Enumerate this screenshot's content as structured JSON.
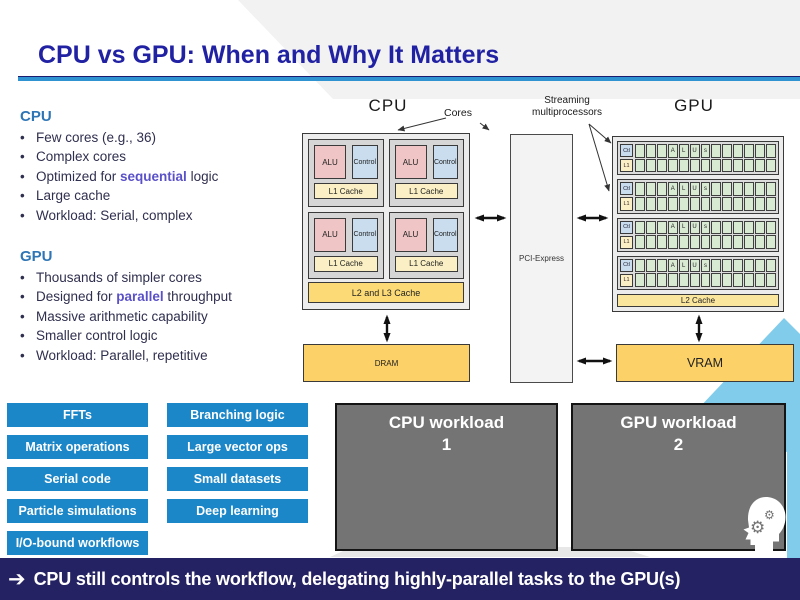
{
  "slide": {
    "title": "CPU vs GPU: When and Why It Matters",
    "footer": {
      "arrow": "➔",
      "text": "CPU still controls the workflow, delegating highly-parallel tasks to the GPU(s)"
    },
    "bullet": "•"
  },
  "lists": {
    "cpu": {
      "heading": "CPU",
      "items": [
        {
          "pre": "Few cores (e.g., 36)",
          "hl": "",
          "post": ""
        },
        {
          "pre": "Complex cores",
          "hl": "",
          "post": ""
        },
        {
          "pre": "Optimized for ",
          "hl": "sequential",
          "post": " logic"
        },
        {
          "pre": "Large cache",
          "hl": "",
          "post": ""
        },
        {
          "pre": "Workload: Serial, complex",
          "hl": "",
          "post": ""
        }
      ]
    },
    "gpu": {
      "heading": "GPU",
      "items": [
        {
          "pre": "Thousands of simpler cores",
          "hl": "",
          "post": ""
        },
        {
          "pre": "Designed for ",
          "hl": "parallel",
          "post": " throughput"
        },
        {
          "pre": "Massive arithmetic capability",
          "hl": "",
          "post": ""
        },
        {
          "pre": "Smaller control logic",
          "hl": "",
          "post": ""
        },
        {
          "pre": "Workload: Parallel, repetitive",
          "hl": "",
          "post": ""
        }
      ]
    }
  },
  "diagram": {
    "cpu_label": "CPU",
    "gpu_label": "GPU",
    "cores_label": "Cores",
    "sm_label_line1": "Streaming",
    "sm_label_line2": "multiprocessors",
    "alu": "ALU",
    "control": "Control",
    "l1_cache": "L1 Cache",
    "l2_l3_cache": "L2 and L3 Cache",
    "pci": "PCI-Express",
    "dram": "DRAM",
    "vram": "VRAM",
    "gpu_l2": "L2 Cache",
    "ctl": "Ctl",
    "l1": "L1",
    "alus_letters": [
      "A",
      "L",
      "U",
      "s"
    ],
    "sm_count": 4,
    "alu_cols": 13,
    "alu_rows": 2,
    "letters_start_col": 3
  },
  "tasks": {
    "left": [
      "FFTs",
      "Matrix operations",
      "Serial code",
      "Particle simulations",
      "I/O-bound workflows"
    ],
    "right": [
      "Branching logic",
      "Large vector ops",
      "Small datasets",
      "Deep learning"
    ]
  },
  "workloads": [
    {
      "title": "CPU workload",
      "number": "1"
    },
    {
      "title": "GPU workload",
      "number": "2"
    }
  ],
  "icons": {
    "head_gears": "thinking-head-with-gears",
    "gear_glyph": "⚙"
  },
  "colors": {
    "title_blue": "#2121a3",
    "underline_blue": "#2e93d0",
    "heading_blue": "#2e75b6",
    "body_navy": "#2f2f4f",
    "highlight_violet": "#5a50c8",
    "task_button_blue": "#1b86c8",
    "footer_navy": "#252263",
    "workload_gray": "#747474",
    "alu_pink": "#f0c5c5",
    "control_blue": "#c9ddef",
    "cache_yellow_light": "#fbf0c5",
    "cache_yellow_deep": "#fcdb77",
    "memory_yellow": "#fcd167",
    "gpu_cell_green": "#d9ead3",
    "gpu_l2_yellow": "#fbe69e",
    "chevron_blue": "#82cceb",
    "band_gray": "#f2f2f2"
  }
}
